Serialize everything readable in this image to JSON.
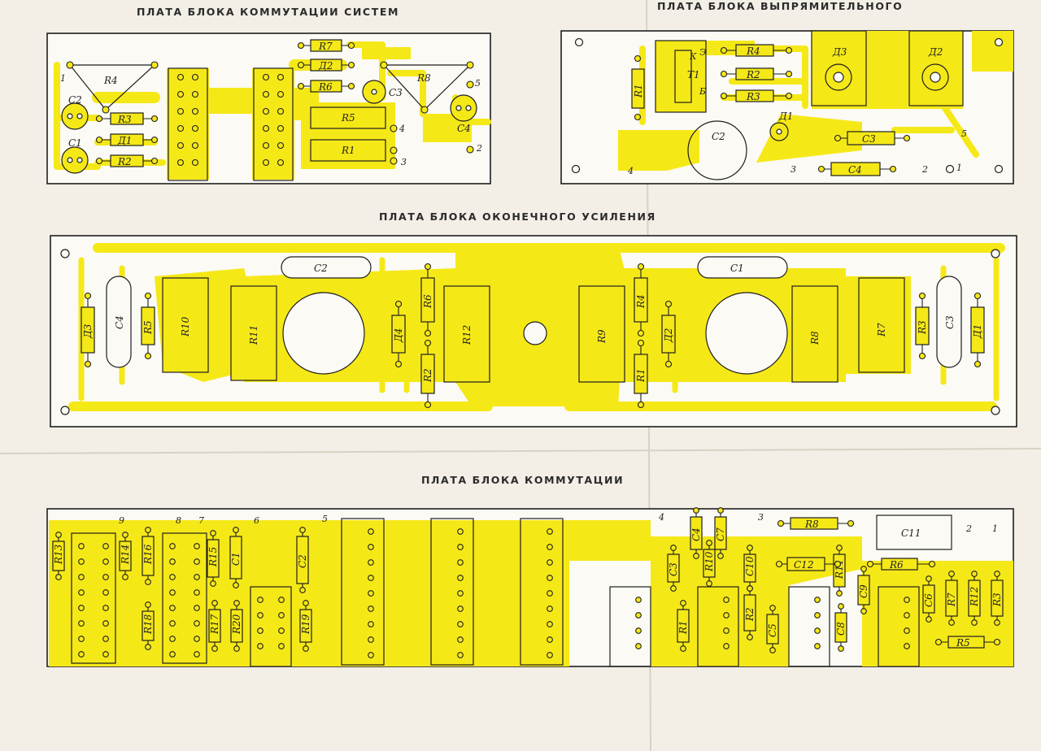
{
  "titles": {
    "commutation_systems": "ПЛАТА БЛОКА КОММУТАЦИИ СИСТЕМ",
    "rectifier": "ПЛАТА БЛОКА ВЫПРЯМИТЕЛЬНОГО",
    "final_amp": "ПЛАТА БЛОКА ОКОНЕЧНОГО УСИЛЕНИЯ",
    "commutation": "ПЛАТА БЛОКА КОММУТАЦИИ"
  },
  "board1": {
    "parts": {
      "r4": "R4",
      "c2": "C2",
      "c1": "C1",
      "r3": "R3",
      "d1": "Д1",
      "r2": "R2",
      "r7": "R7",
      "d2": "Д2",
      "r6": "R6",
      "r5": "R5",
      "r1": "R1",
      "c3": "C3",
      "r8": "R8",
      "c4": "C4"
    },
    "pins": {
      "p1": "1",
      "p2": "2",
      "p3": "3",
      "p4": "4",
      "p5": "5"
    }
  },
  "board2": {
    "parts": {
      "r1": "R1",
      "t1": "T1",
      "k": "К",
      "e": "Э",
      "b": "Б",
      "r4": "R4",
      "r2": "R2",
      "r3": "R3",
      "d3": "Д3",
      "d2": "Д2",
      "d1": "Д1",
      "c2": "C2",
      "c3": "C3",
      "c4": "C4"
    },
    "pins": {
      "p1": "1",
      "p2": "2",
      "p3": "3",
      "p4": "4",
      "p5": "5"
    }
  },
  "board3": {
    "parts": {
      "d3": "Д3",
      "c4": "C4",
      "r5": "R5",
      "r10": "R10",
      "r11": "R11",
      "c2": "C2",
      "d4": "Д4",
      "r6": "R6",
      "r2": "R2",
      "r12": "R12",
      "r9": "R9",
      "r4": "R4",
      "d2": "Д2",
      "r1": "R1",
      "c1": "C1",
      "r8": "R8",
      "r7": "R7",
      "r3": "R3",
      "c3": "C3",
      "d1": "Д1"
    }
  },
  "board4": {
    "parts": {
      "r13": "R13",
      "r14": "R14",
      "r16": "R16",
      "r18": "R18",
      "r15": "R15",
      "c1": "C1",
      "r17": "R17",
      "r20": "R20",
      "c2": "C2",
      "r19": "R19",
      "c4": "C4",
      "c7": "C7",
      "r10": "R10",
      "c3": "C3",
      "c10": "C10",
      "r1": "R1",
      "r2": "R2",
      "c5": "C5",
      "r8": "R8",
      "c11": "C11",
      "c12": "C12",
      "r11": "R11",
      "r6": "R6",
      "c9": "C9",
      "c8": "C8",
      "c6": "C6",
      "r7": "R7",
      "r12": "R12",
      "r3": "R3",
      "r5": "R5"
    },
    "pins": {
      "p1": "1",
      "p2": "2",
      "p3": "3",
      "p4": "4",
      "p5": "5",
      "p6": "6",
      "p7": "7",
      "p8": "8",
      "p9": "9"
    }
  }
}
